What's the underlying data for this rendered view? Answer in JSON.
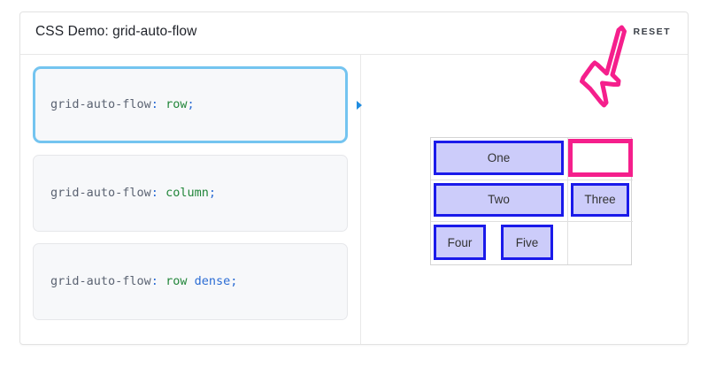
{
  "card": {
    "title": "CSS Demo: grid-auto-flow",
    "reset_label": "RESET"
  },
  "options": [
    {
      "property": "grid-auto-flow",
      "colon": ": ",
      "value": "row",
      "keyword": "",
      "semicolon": ";",
      "selected": true
    },
    {
      "property": "grid-auto-flow",
      "colon": ": ",
      "value": "column",
      "keyword": "",
      "semicolon": ";",
      "selected": false
    },
    {
      "property": "grid-auto-flow",
      "colon": ": ",
      "value": "row",
      "keyword": " dense",
      "semicolon": ";",
      "selected": false
    }
  ],
  "preview": {
    "items": [
      {
        "label": "One",
        "style": "wide"
      },
      {
        "label": "Two",
        "style": "wide"
      },
      {
        "label": "Three",
        "style": "wide"
      },
      {
        "label": "Four",
        "style": "narrow"
      },
      {
        "label": "Five",
        "style": "narrow"
      }
    ],
    "highlight_cell_label": ""
  },
  "colors": {
    "item_fill": "#ccccfa",
    "item_border": "#1a1aea",
    "highlight_border": "#f51f8c",
    "selected_option_border": "#74c4f0",
    "value_token": "#22863a",
    "punctuation_token": "#2b6cd4",
    "property_token": "#5b6372",
    "arrow": "#f51f8c"
  }
}
